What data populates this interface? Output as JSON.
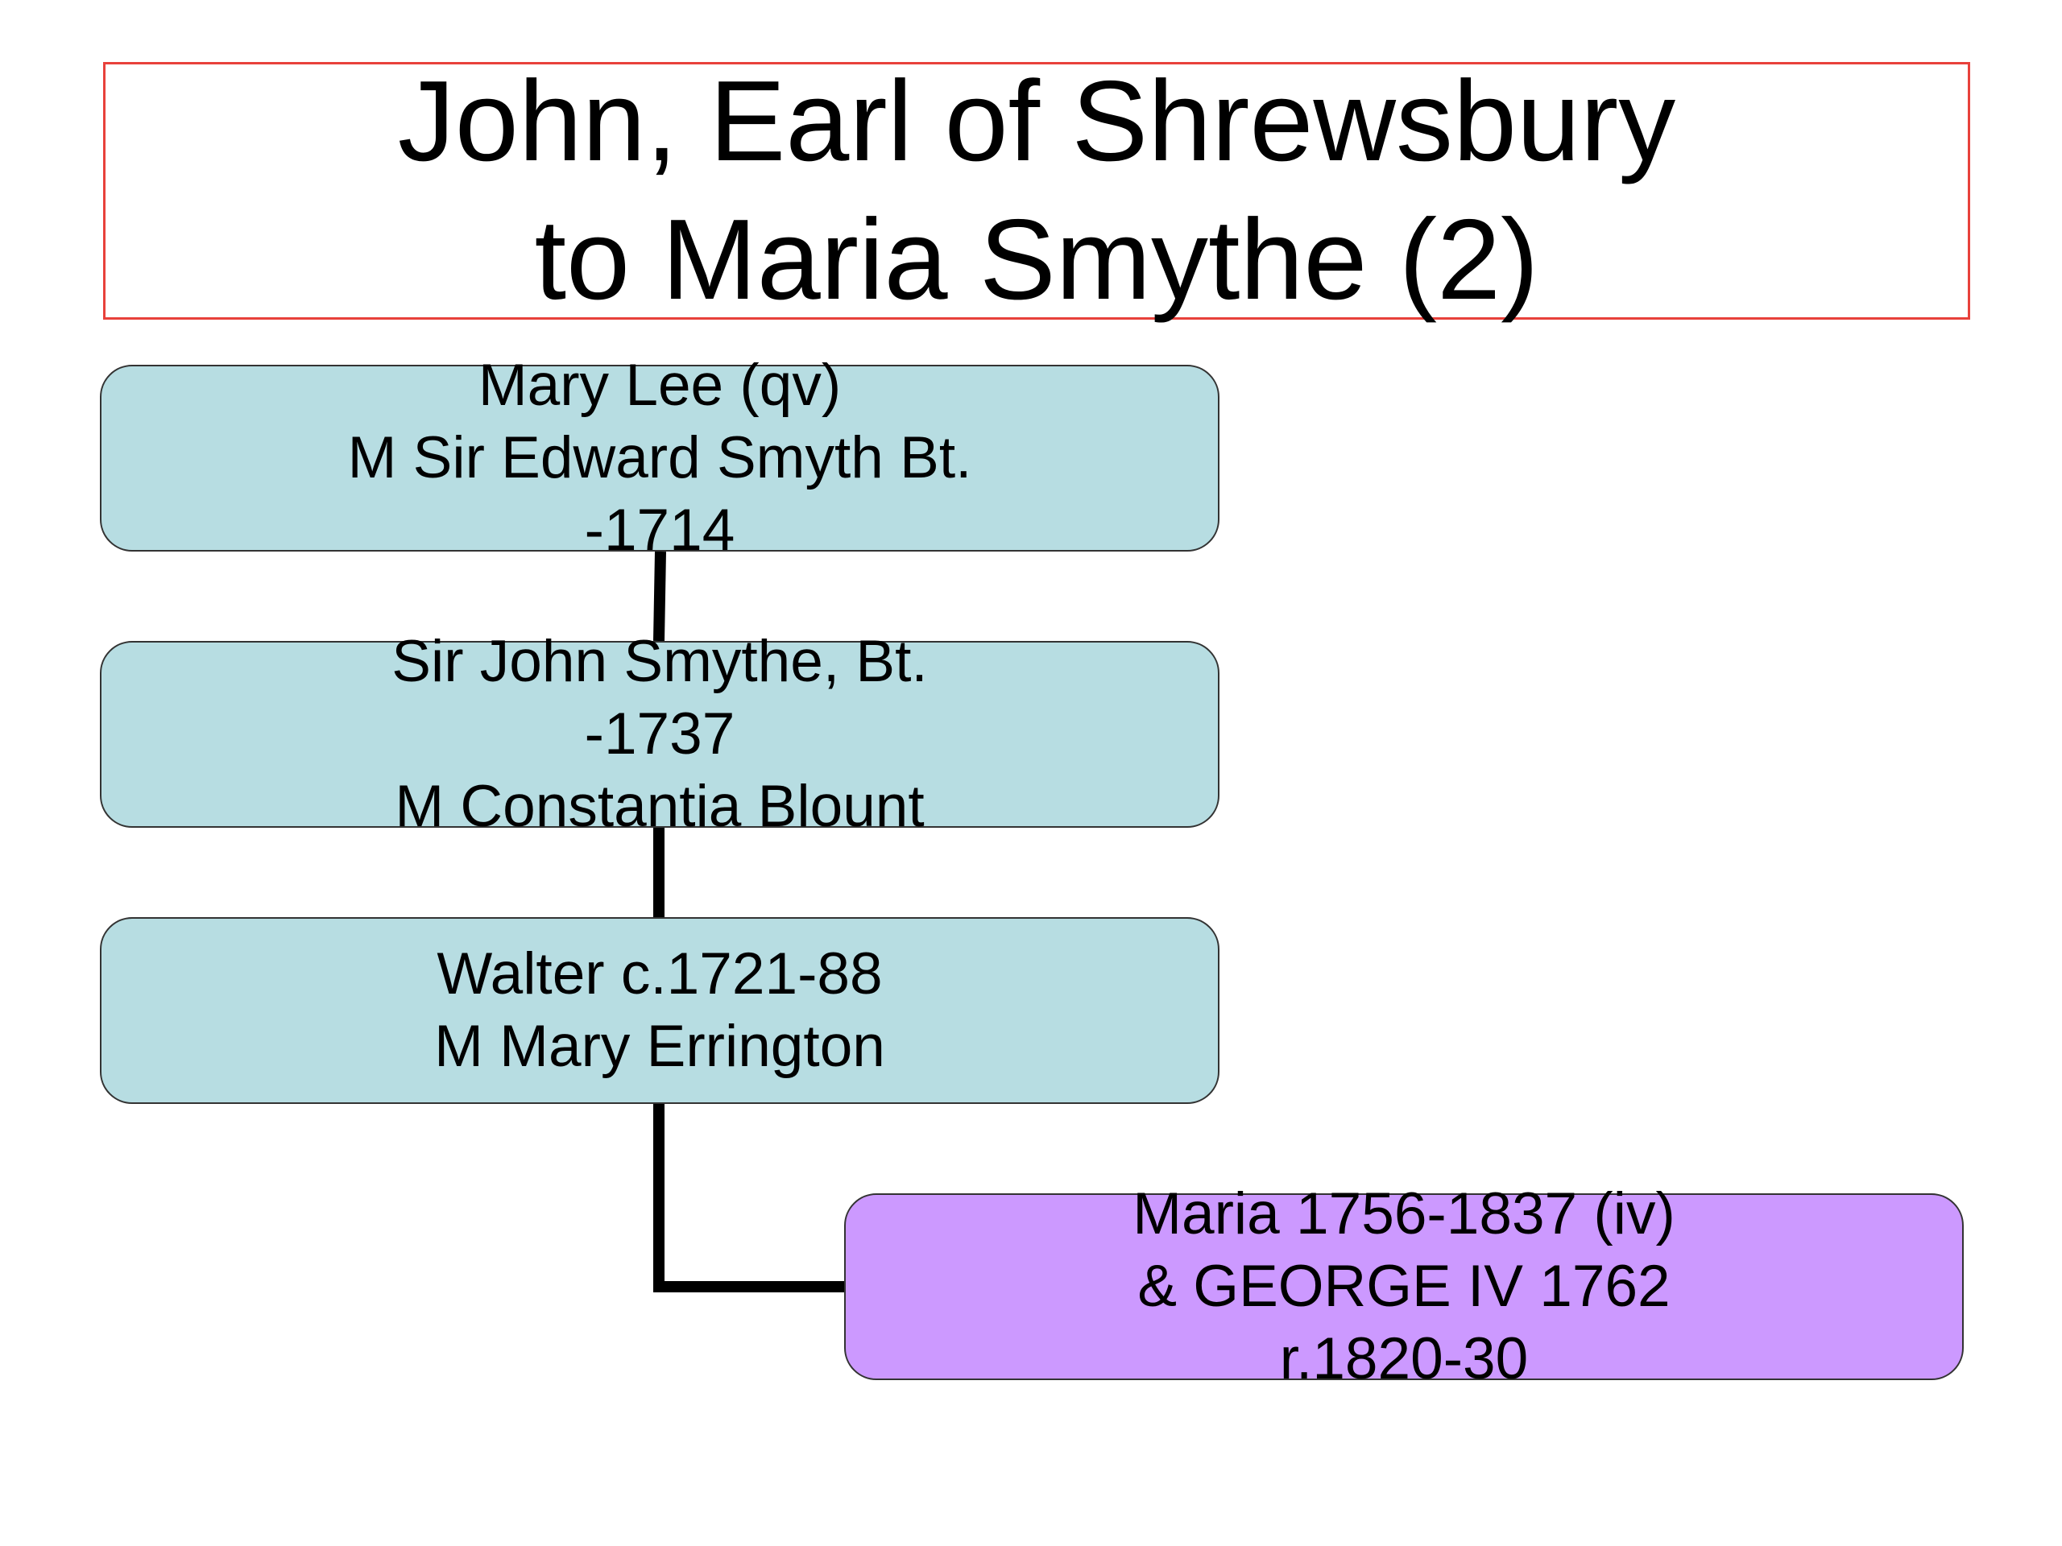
{
  "title": {
    "line1": "John, Earl of Shrewsbury",
    "line2": "to Maria Smythe (2)"
  },
  "nodes": [
    {
      "id": "mary-lee",
      "lines": [
        "Mary Lee (qv)",
        "M Sir Edward Smyth Bt.",
        "-1714"
      ]
    },
    {
      "id": "sir-john",
      "lines": [
        "Sir John Smythe, Bt.",
        "-1737",
        "M Constantia Blount"
      ]
    },
    {
      "id": "walter",
      "lines": [
        "Walter c.1721-88",
        "M Mary Errington"
      ]
    },
    {
      "id": "maria",
      "lines": [
        "Maria 1756-1837 (iv)",
        "& GEORGE IV 1762",
        "r.1820-30"
      ]
    }
  ],
  "colors": {
    "title_border": "#e8413b",
    "ancestor_fill": "#b7dde2",
    "highlight_fill": "#cc99ff",
    "connector": "#000000"
  }
}
